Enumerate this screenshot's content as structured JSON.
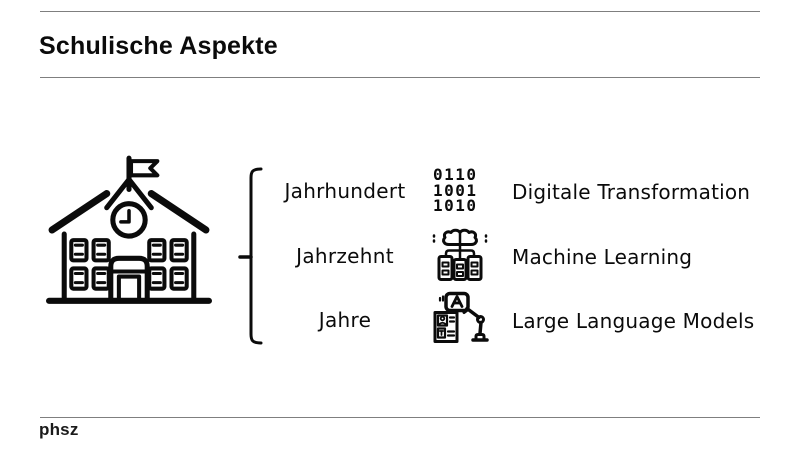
{
  "page": {
    "background": "#ffffff",
    "ink_color": "#0b0b0b",
    "rule_color": "#7f7f7f"
  },
  "header": {
    "title": "Schulische Aspekte"
  },
  "diagram": {
    "source_icon": "school-building-icon",
    "brace_icon": "left-curly-brace",
    "rows": [
      {
        "timescale": "Jahrhundert",
        "icon": "binary-code-icon",
        "binary_lines": [
          "0110",
          "1001",
          "1010"
        ],
        "topic": "Digitale Transformation"
      },
      {
        "timescale": "Jahrzehnt",
        "icon": "machine-learning-icon",
        "topic": "Machine Learning"
      },
      {
        "timescale": "Jahre",
        "icon": "llm-robot-icon",
        "topic": "Large Language Models"
      }
    ]
  },
  "footer": {
    "logo_text": "phsz"
  }
}
